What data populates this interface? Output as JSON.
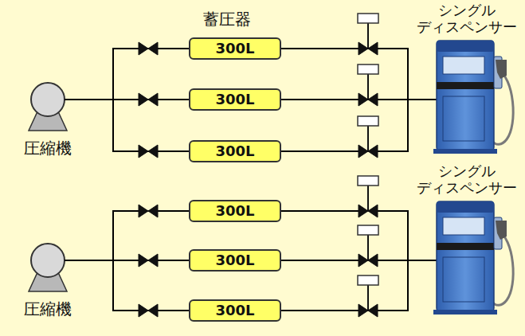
{
  "diagram": {
    "nodes": [
      {
        "text": [
          "圧縮機"
        ]
      },
      {
        "text": [
          "300L"
        ]
      },
      {
        "text": [
          "300L"
        ]
      },
      {
        "text": [
          "300L"
        ]
      },
      {
        "text": [
          "シングル ディスペンサー"
        ]
      },
      {
        "text": [
          "圧縮機"
        ]
      },
      {
        "text": [
          "300L"
        ]
      },
      {
        "text": [
          "300L"
        ]
      },
      {
        "text": [
          "300L"
        ]
      },
      {
        "text": [
          "シングル ディスペンサー"
        ]
      }
    ],
    "edges": [
      {
        "from": 0,
        "to": 1,
        "arrow": "none"
      },
      {
        "from": 0,
        "to": 2,
        "arrow": "none"
      },
      {
        "from": 0,
        "to": 3,
        "arrow": "none"
      },
      {
        "from": 1,
        "to": 4,
        "arrow": "none"
      },
      {
        "from": 2,
        "to": 4,
        "arrow": "none"
      },
      {
        "from": 3,
        "to": 4,
        "arrow": "none"
      },
      {
        "from": 5,
        "to": 6,
        "arrow": "none"
      },
      {
        "from": 5,
        "to": 7,
        "arrow": "none"
      },
      {
        "from": 5,
        "to": 8,
        "arrow": "none"
      },
      {
        "from": 6,
        "to": 9,
        "arrow": "none"
      },
      {
        "from": 7,
        "to": 9,
        "arrow": "none"
      },
      {
        "from": 8,
        "to": 9,
        "arrow": "none"
      }
    ],
    "labels": [
      "蓄圧器"
    ]
  }
}
